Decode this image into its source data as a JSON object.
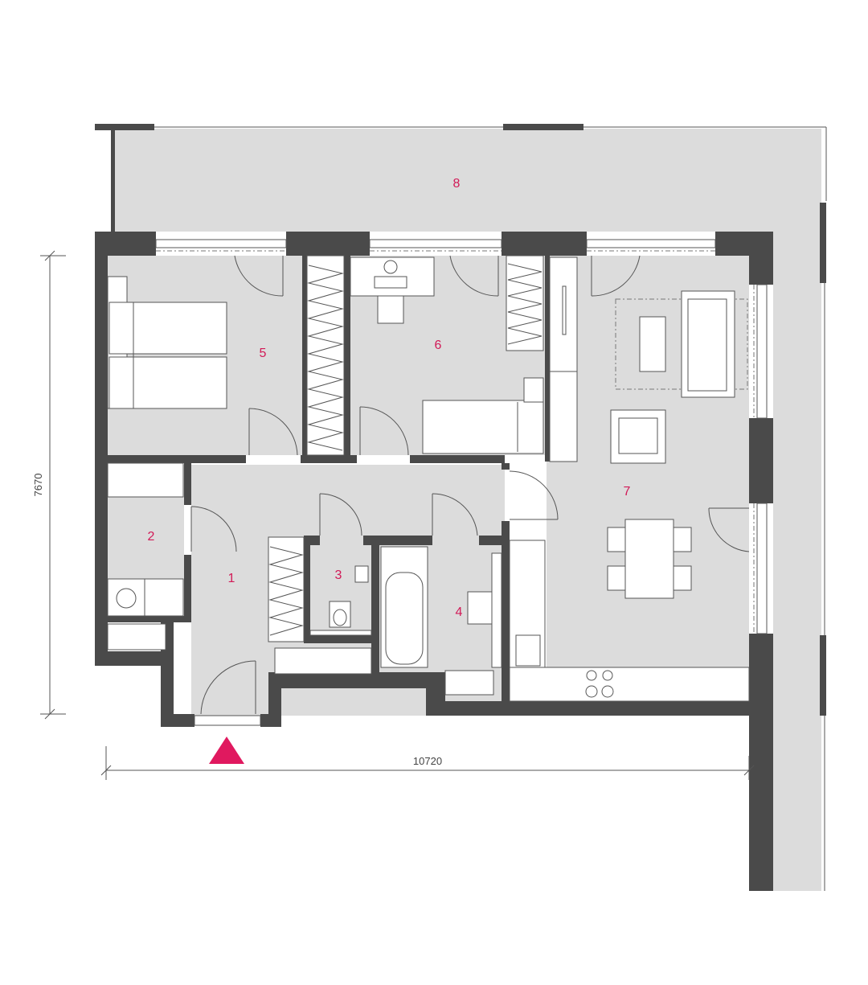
{
  "rooms": [
    {
      "id": "1",
      "label": "1"
    },
    {
      "id": "2",
      "label": "2"
    },
    {
      "id": "3",
      "label": "3"
    },
    {
      "id": "4",
      "label": "4"
    },
    {
      "id": "5",
      "label": "5"
    },
    {
      "id": "6",
      "label": "6"
    },
    {
      "id": "7",
      "label": "7"
    },
    {
      "id": "8",
      "label": "8"
    }
  ],
  "dimensions": {
    "width": "10720",
    "height": "7670"
  },
  "colors": {
    "wall": "#4a4a4a",
    "floor": "#dcdcdc",
    "label": "#d21a57",
    "entrance_marker": "#e0195f"
  },
  "icons": {
    "entrance": "entrance-triangle-icon"
  }
}
